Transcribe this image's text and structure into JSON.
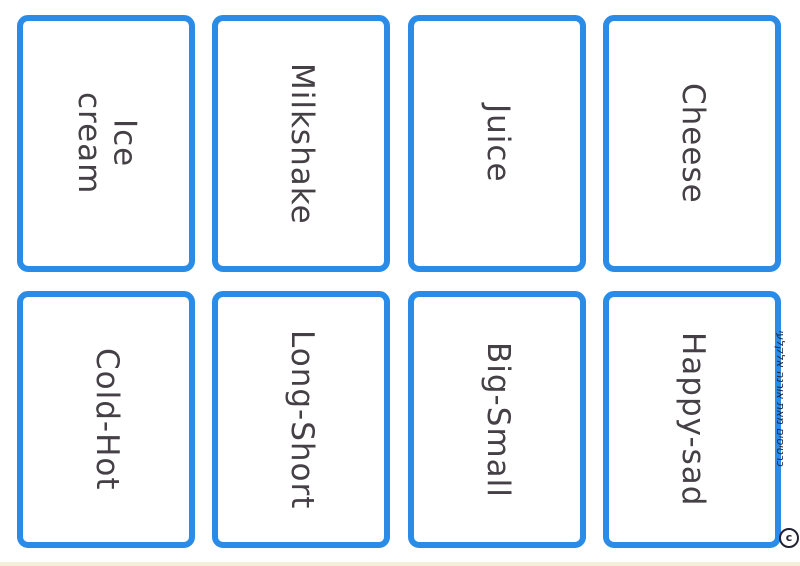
{
  "cards": [
    "Ice\ncream",
    "Milkshake",
    "Juice",
    "Cheese",
    "Cold-Hot",
    "Long-Short",
    "Big-Small",
    "Happy-sad"
  ],
  "credit": "כרטיסים מאת אורנה אלקלעי",
  "copyright_symbol": "c",
  "colors": {
    "border": "#2b8ce8",
    "text": "#454045"
  }
}
